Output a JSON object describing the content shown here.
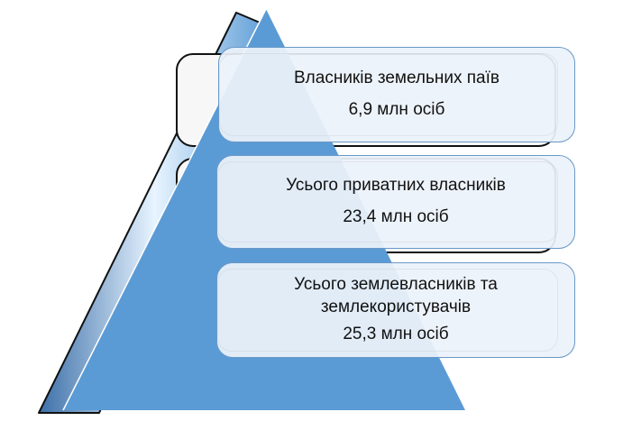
{
  "diagram": {
    "type": "pyramid",
    "colors": {
      "triangle_fill": "#5b9bd5",
      "box_border": "#6a98c8",
      "box_fill": "#ecf2fa",
      "text": "#111111"
    },
    "levels": [
      {
        "label": "Власників земельних паїв",
        "value": "6,9 млн осіб"
      },
      {
        "label": "Усього приватних власників",
        "value": "23,4 млн осіб"
      },
      {
        "label_line1": "Усього землевласників та",
        "label_line2": "землекористувачів",
        "value": "25,3 млн осіб"
      }
    ]
  }
}
